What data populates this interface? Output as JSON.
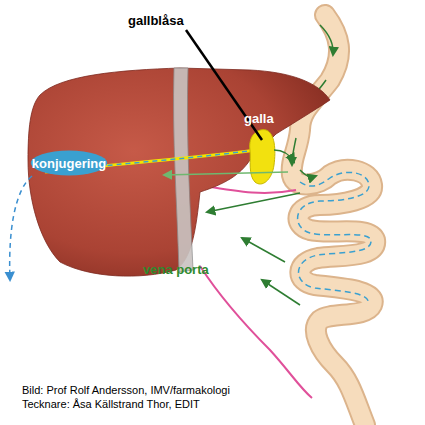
{
  "diagram": {
    "nodes": [
      {
        "text": [
          "konjugering"
        ]
      }
    ],
    "labels": [
      "gallblåsa",
      "galla",
      "vena porta",
      "Bild: Prof Rolf Andersson, IMV/farmakologi",
      "Tecknare: Åsa Källstrand Thor, EDIT"
    ]
  }
}
